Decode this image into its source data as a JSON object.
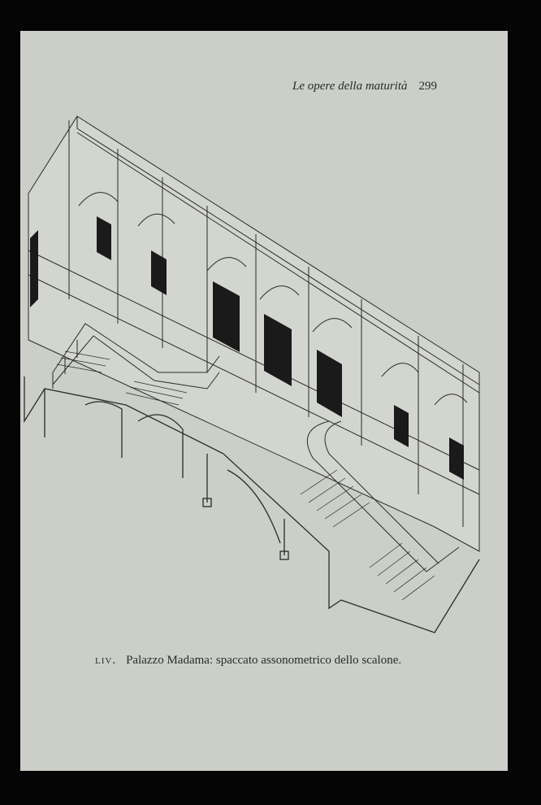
{
  "header": {
    "running_title": "Le opere della maturità",
    "page_number": "299"
  },
  "figure": {
    "plate_number": "LIV.",
    "caption": "Palazzo Madama: spaccato assonometrico dello scalone."
  }
}
